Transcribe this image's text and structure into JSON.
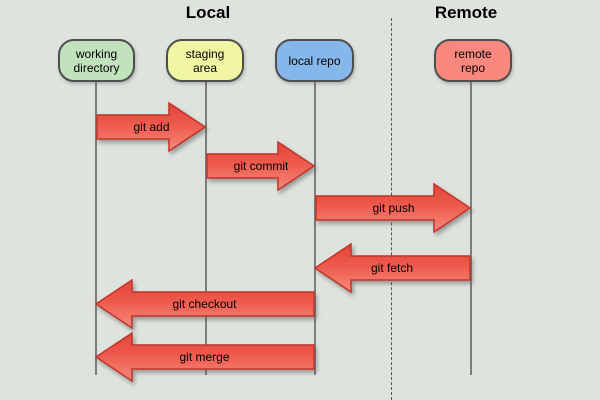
{
  "titles": {
    "local": "Local",
    "remote": "Remote"
  },
  "nodes": [
    {
      "id": "working-directory",
      "label": "working\ndirectory",
      "fill": "#c2e2bd"
    },
    {
      "id": "staging-area",
      "label": "staging\narea",
      "fill": "#f0f6a2"
    },
    {
      "id": "local-repo",
      "label": "local repo",
      "fill": "#85b7eb"
    },
    {
      "id": "remote-repo",
      "label": "remote\nrepo",
      "fill": "#f9897e"
    }
  ],
  "arrows": [
    {
      "label": "git add",
      "from": "working-directory",
      "to": "staging-area",
      "direction": "right"
    },
    {
      "label": "git commit",
      "from": "staging-area",
      "to": "local-repo",
      "direction": "right"
    },
    {
      "label": "git push",
      "from": "local-repo",
      "to": "remote-repo",
      "direction": "right"
    },
    {
      "label": "git fetch",
      "from": "remote-repo",
      "to": "local-repo",
      "direction": "left"
    },
    {
      "label": "git checkout",
      "from": "local-repo",
      "to": "working-directory",
      "direction": "left"
    },
    {
      "label": "git merge",
      "from": "local-repo",
      "to": "working-directory",
      "direction": "left"
    }
  ],
  "colors": {
    "background": "#dee3de",
    "arrow_fill_top": "#e2453a",
    "arrow_fill_mid": "#ee5a4d",
    "arrow_fill_bottom": "#f58a7d",
    "arrow_stroke": "#c13529",
    "node_border": "#4f4f4f",
    "lifeline": "#7d7d7d",
    "separator": "#565656",
    "working_directory_fill": "#c2e2bd",
    "staging_area_fill": "#f0f6a2",
    "local_repo_fill": "#85b7eb",
    "remote_repo_fill": "#f9897e"
  }
}
